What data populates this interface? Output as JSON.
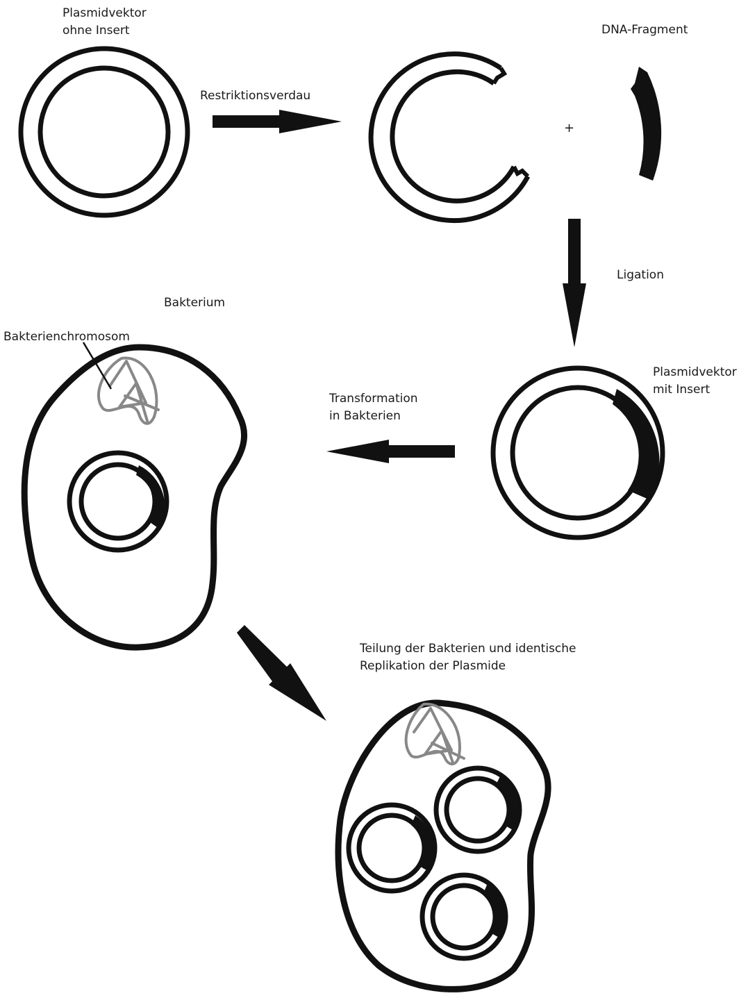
{
  "diagram": {
    "labels": {
      "plasmid_without_insert_line1": "Plasmidvektor",
      "plasmid_without_insert_line2": "ohne Insert",
      "restriction_digest": "Restriktionsverdau",
      "dna_fragment": "DNA-Fragment",
      "plus": "+",
      "ligation": "Ligation",
      "bacterium": "Bakterium",
      "bacterial_chromosome": "Bakterienchromosom",
      "plasmid_with_insert_line1": "Plasmidvektor",
      "plasmid_with_insert_line2": "mit Insert",
      "transformation_line1": "Transformation",
      "transformation_line2": "in Bakterien",
      "division_line1": "Teilung der Bakterien und identische",
      "division_line2": "Replikation der Plasmide"
    },
    "colors": {
      "ink": "#111111",
      "chromosome": "#888888",
      "background": "#ffffff"
    }
  }
}
